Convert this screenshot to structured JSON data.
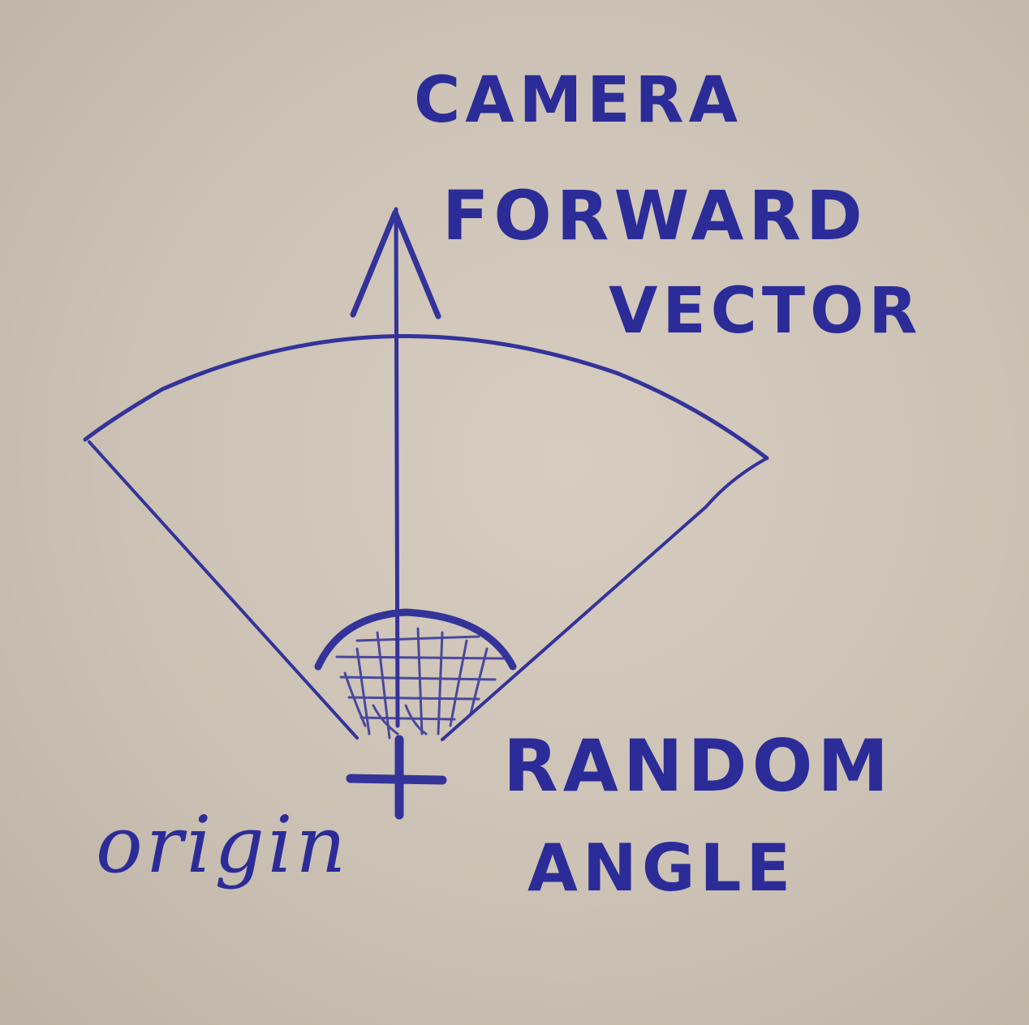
{
  "labels": {
    "camera_line1": "CAMERA",
    "camera_line2": "FORWARD",
    "camera_line3": "VECTOR",
    "random_line1": "RANDOM",
    "random_line2": "ANGLE",
    "origin": "origin"
  },
  "colors": {
    "paper": "#cbc1b4",
    "ink": "#33339a"
  }
}
